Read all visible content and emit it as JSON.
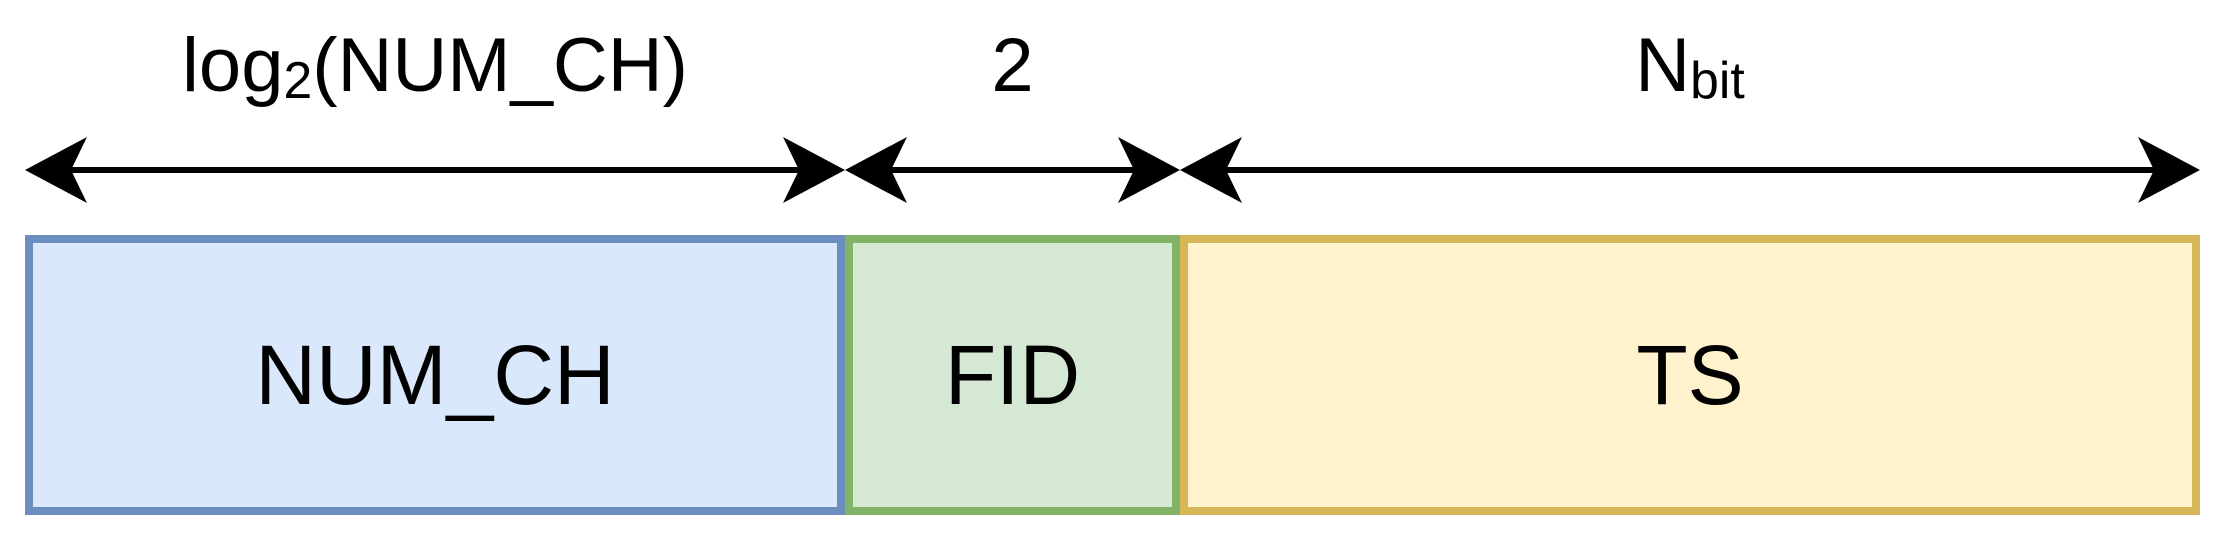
{
  "diagram": {
    "description": "bit-field layout with width annotations",
    "background": "#ffffff",
    "arrow_color": "#000000",
    "text_color": "#000000",
    "fields": [
      {
        "name": "NUM_CH",
        "label": "NUM_CH",
        "width_annotation": {
          "prefix": "log",
          "sub": "2",
          "suffix": "(NUM_CH)"
        },
        "fill": "#dae8fc",
        "border": "#6c8ebf"
      },
      {
        "name": "FID",
        "label": "FID",
        "width_annotation": {
          "prefix": "2",
          "sub": "",
          "suffix": ""
        },
        "fill": "#d5e8d4",
        "border": "#82b366"
      },
      {
        "name": "TS",
        "label": "TS",
        "width_annotation": {
          "prefix": "N",
          "sub": "bit",
          "suffix": ""
        },
        "fill": "#fff2cc",
        "border": "#d6b656"
      }
    ]
  }
}
